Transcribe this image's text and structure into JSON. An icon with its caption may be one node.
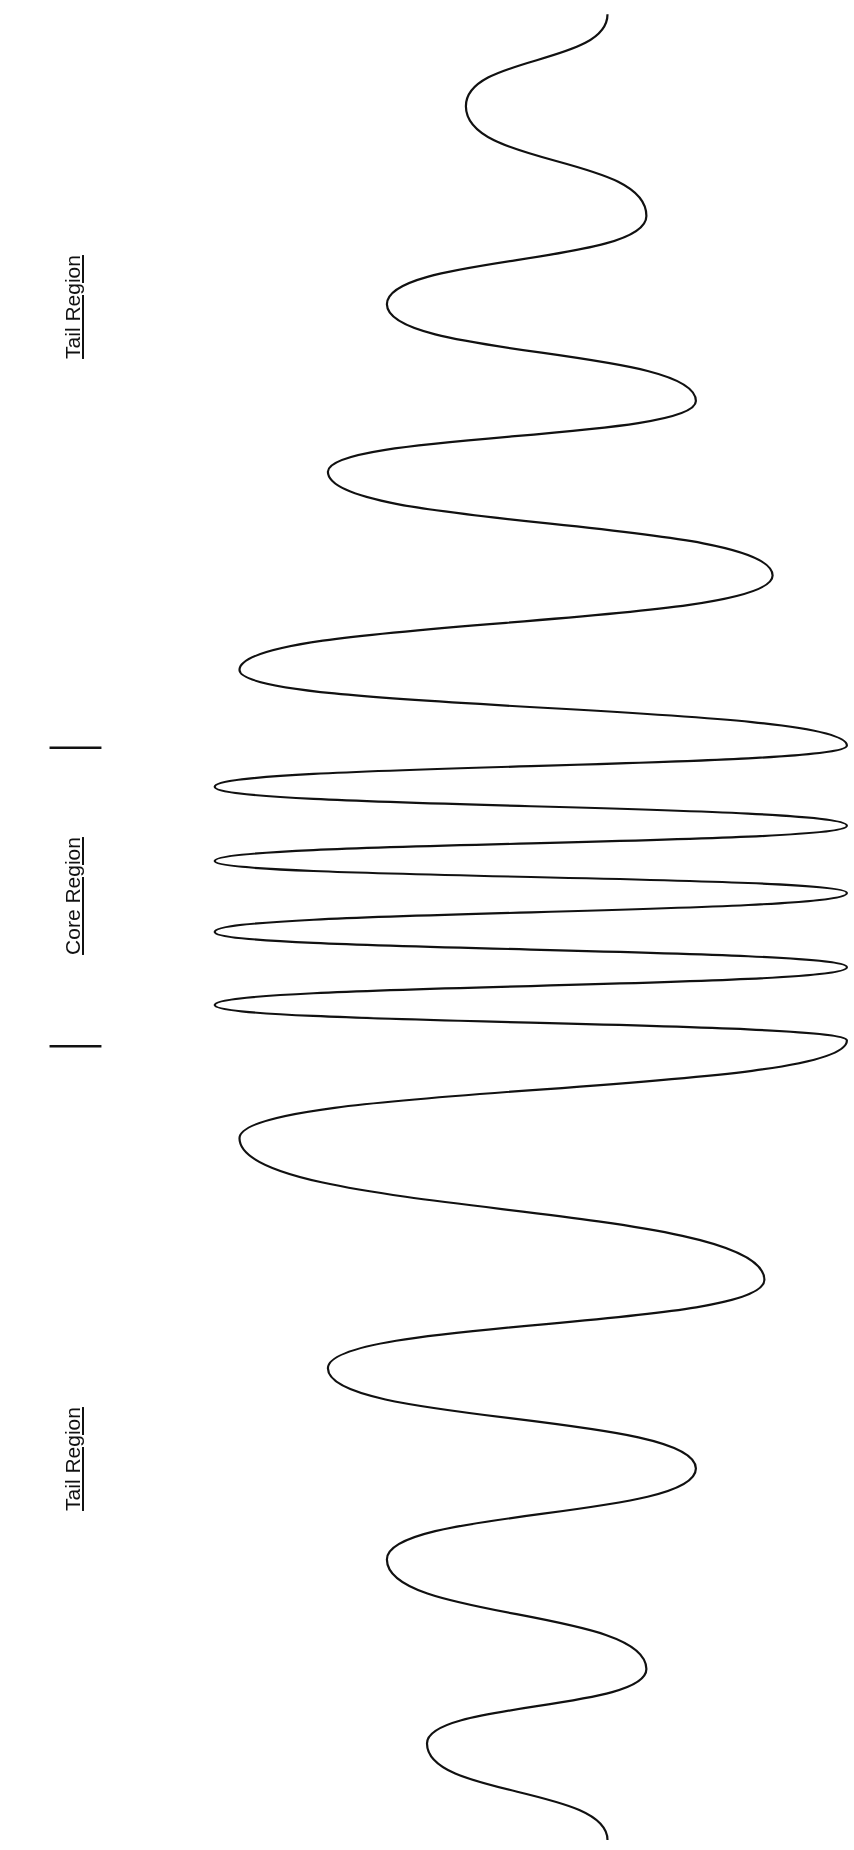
{
  "diagram": {
    "labels": [
      "Tail Region",
      "Core Region",
      "Tail Region"
    ]
  }
}
